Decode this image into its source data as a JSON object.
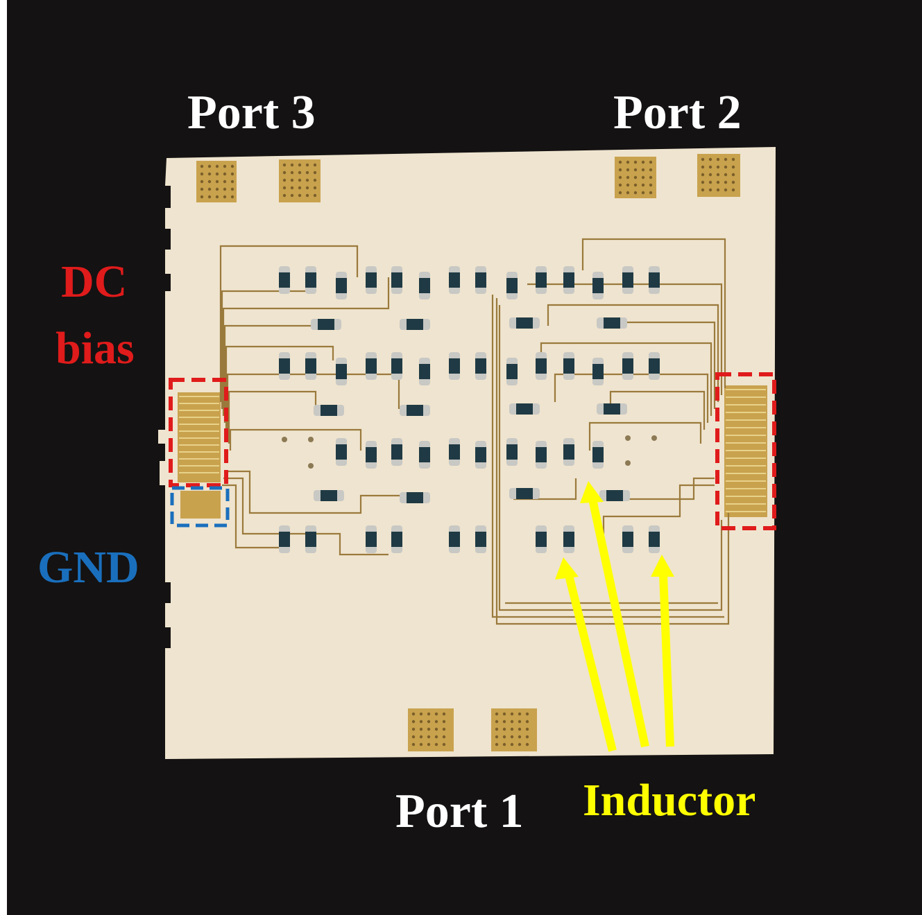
{
  "labels": {
    "port3": "Port 3",
    "port2": "Port 2",
    "port1": "Port 1",
    "dc_line1": "DC",
    "dc_line2": "bias",
    "gnd": "GND",
    "inductor": "Inductor"
  },
  "colors": {
    "background": "#141212",
    "board": "#efe4cf",
    "gold": "#c9a24e",
    "trace": "#9a7a3c",
    "component_body": "#1f3a44",
    "component_cap": "#c8c8c4",
    "dc_bias": "#e01b1b",
    "gnd": "#1a6fbd",
    "inductor": "#ffff00",
    "port_text": "#ffffff"
  }
}
